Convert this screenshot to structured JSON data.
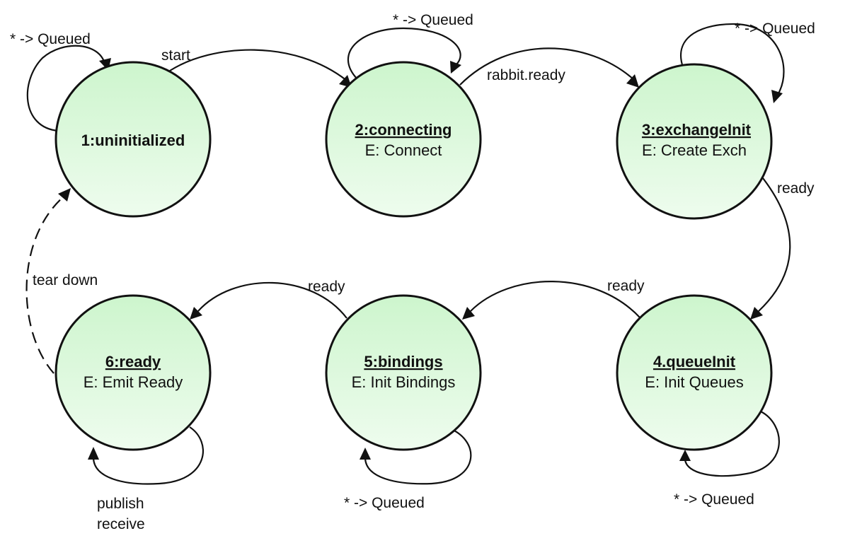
{
  "colors": {
    "state_fill_top": "#cdf5cd",
    "state_fill_bottom": "#eefcee",
    "stroke": "#111111",
    "background": "#ffffff"
  },
  "states": [
    {
      "id": "uninitialized",
      "title": "1:uninitialized",
      "entry": "",
      "underlined": false
    },
    {
      "id": "connecting",
      "title": "2:connecting",
      "entry": "E: Connect",
      "underlined": true
    },
    {
      "id": "exchangeinit",
      "title": "3:exchangeInit",
      "entry": "E: Create Exch",
      "underlined": true
    },
    {
      "id": "queueinit",
      "title": "4.queueInit",
      "entry": "E: Init Queues",
      "underlined": true
    },
    {
      "id": "bindings",
      "title": "5:bindings",
      "entry": "E: Init Bindings",
      "underlined": true
    },
    {
      "id": "ready",
      "title": "6:ready",
      "entry": "E: Emit Ready",
      "underlined": true
    }
  ],
  "transitions": [
    {
      "id": "self-uninitialized",
      "label": "* -> Queued"
    },
    {
      "id": "uninitialized-connecting",
      "label": "start"
    },
    {
      "id": "self-connecting",
      "label": "* -> Queued"
    },
    {
      "id": "connecting-exchangeinit",
      "label": "rabbit.ready"
    },
    {
      "id": "self-exchangeinit",
      "label": "* -> Queued"
    },
    {
      "id": "exchangeinit-queueinit",
      "label": "ready"
    },
    {
      "id": "queueinit-bindings",
      "label": "ready"
    },
    {
      "id": "self-queueinit",
      "label": "* -> Queued"
    },
    {
      "id": "bindings-ready",
      "label": "ready"
    },
    {
      "id": "self-bindings",
      "label": "* -> Queued"
    },
    {
      "id": "self-ready",
      "label_lines": [
        "publish",
        "receive"
      ]
    },
    {
      "id": "ready-uninitialized",
      "label": "tear down",
      "style": "dashed"
    }
  ]
}
